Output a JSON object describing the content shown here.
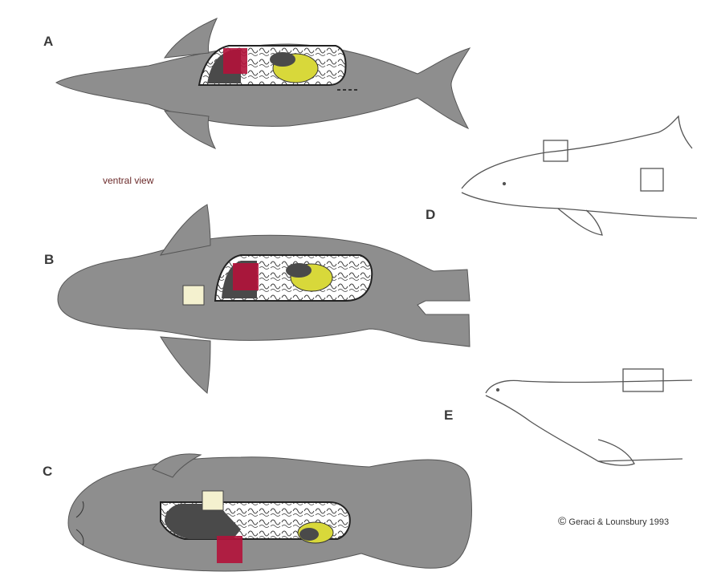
{
  "labels": {
    "a": "A",
    "b": "B",
    "c": "C",
    "d": "D",
    "e": "E"
  },
  "caption": "ventral view",
  "credit": {
    "symbol": "©",
    "text": "Geraci & Lounsbury 1993"
  },
  "colors": {
    "body": "#8e8e8e",
    "outline": "#444444",
    "cavity": "#ffffff",
    "organ_red": "#b2123a",
    "organ_dark": "#4a4a4a",
    "organ_yellow": "#d8d83a",
    "sample_square": "#f4f1cf"
  },
  "figures": [
    {
      "id": "A",
      "subject": "dolphin",
      "view": "ventral",
      "sample_square": false
    },
    {
      "id": "B",
      "subject": "seal",
      "view": "ventral",
      "sample_square": true
    },
    {
      "id": "C",
      "subject": "manatee",
      "view": "ventral",
      "sample_square": true
    },
    {
      "id": "D",
      "subject": "dolphin",
      "view": "lateral outline",
      "sample_squares": 2
    },
    {
      "id": "E",
      "subject": "seal",
      "view": "lateral outline",
      "sample_squares": 1
    }
  ]
}
